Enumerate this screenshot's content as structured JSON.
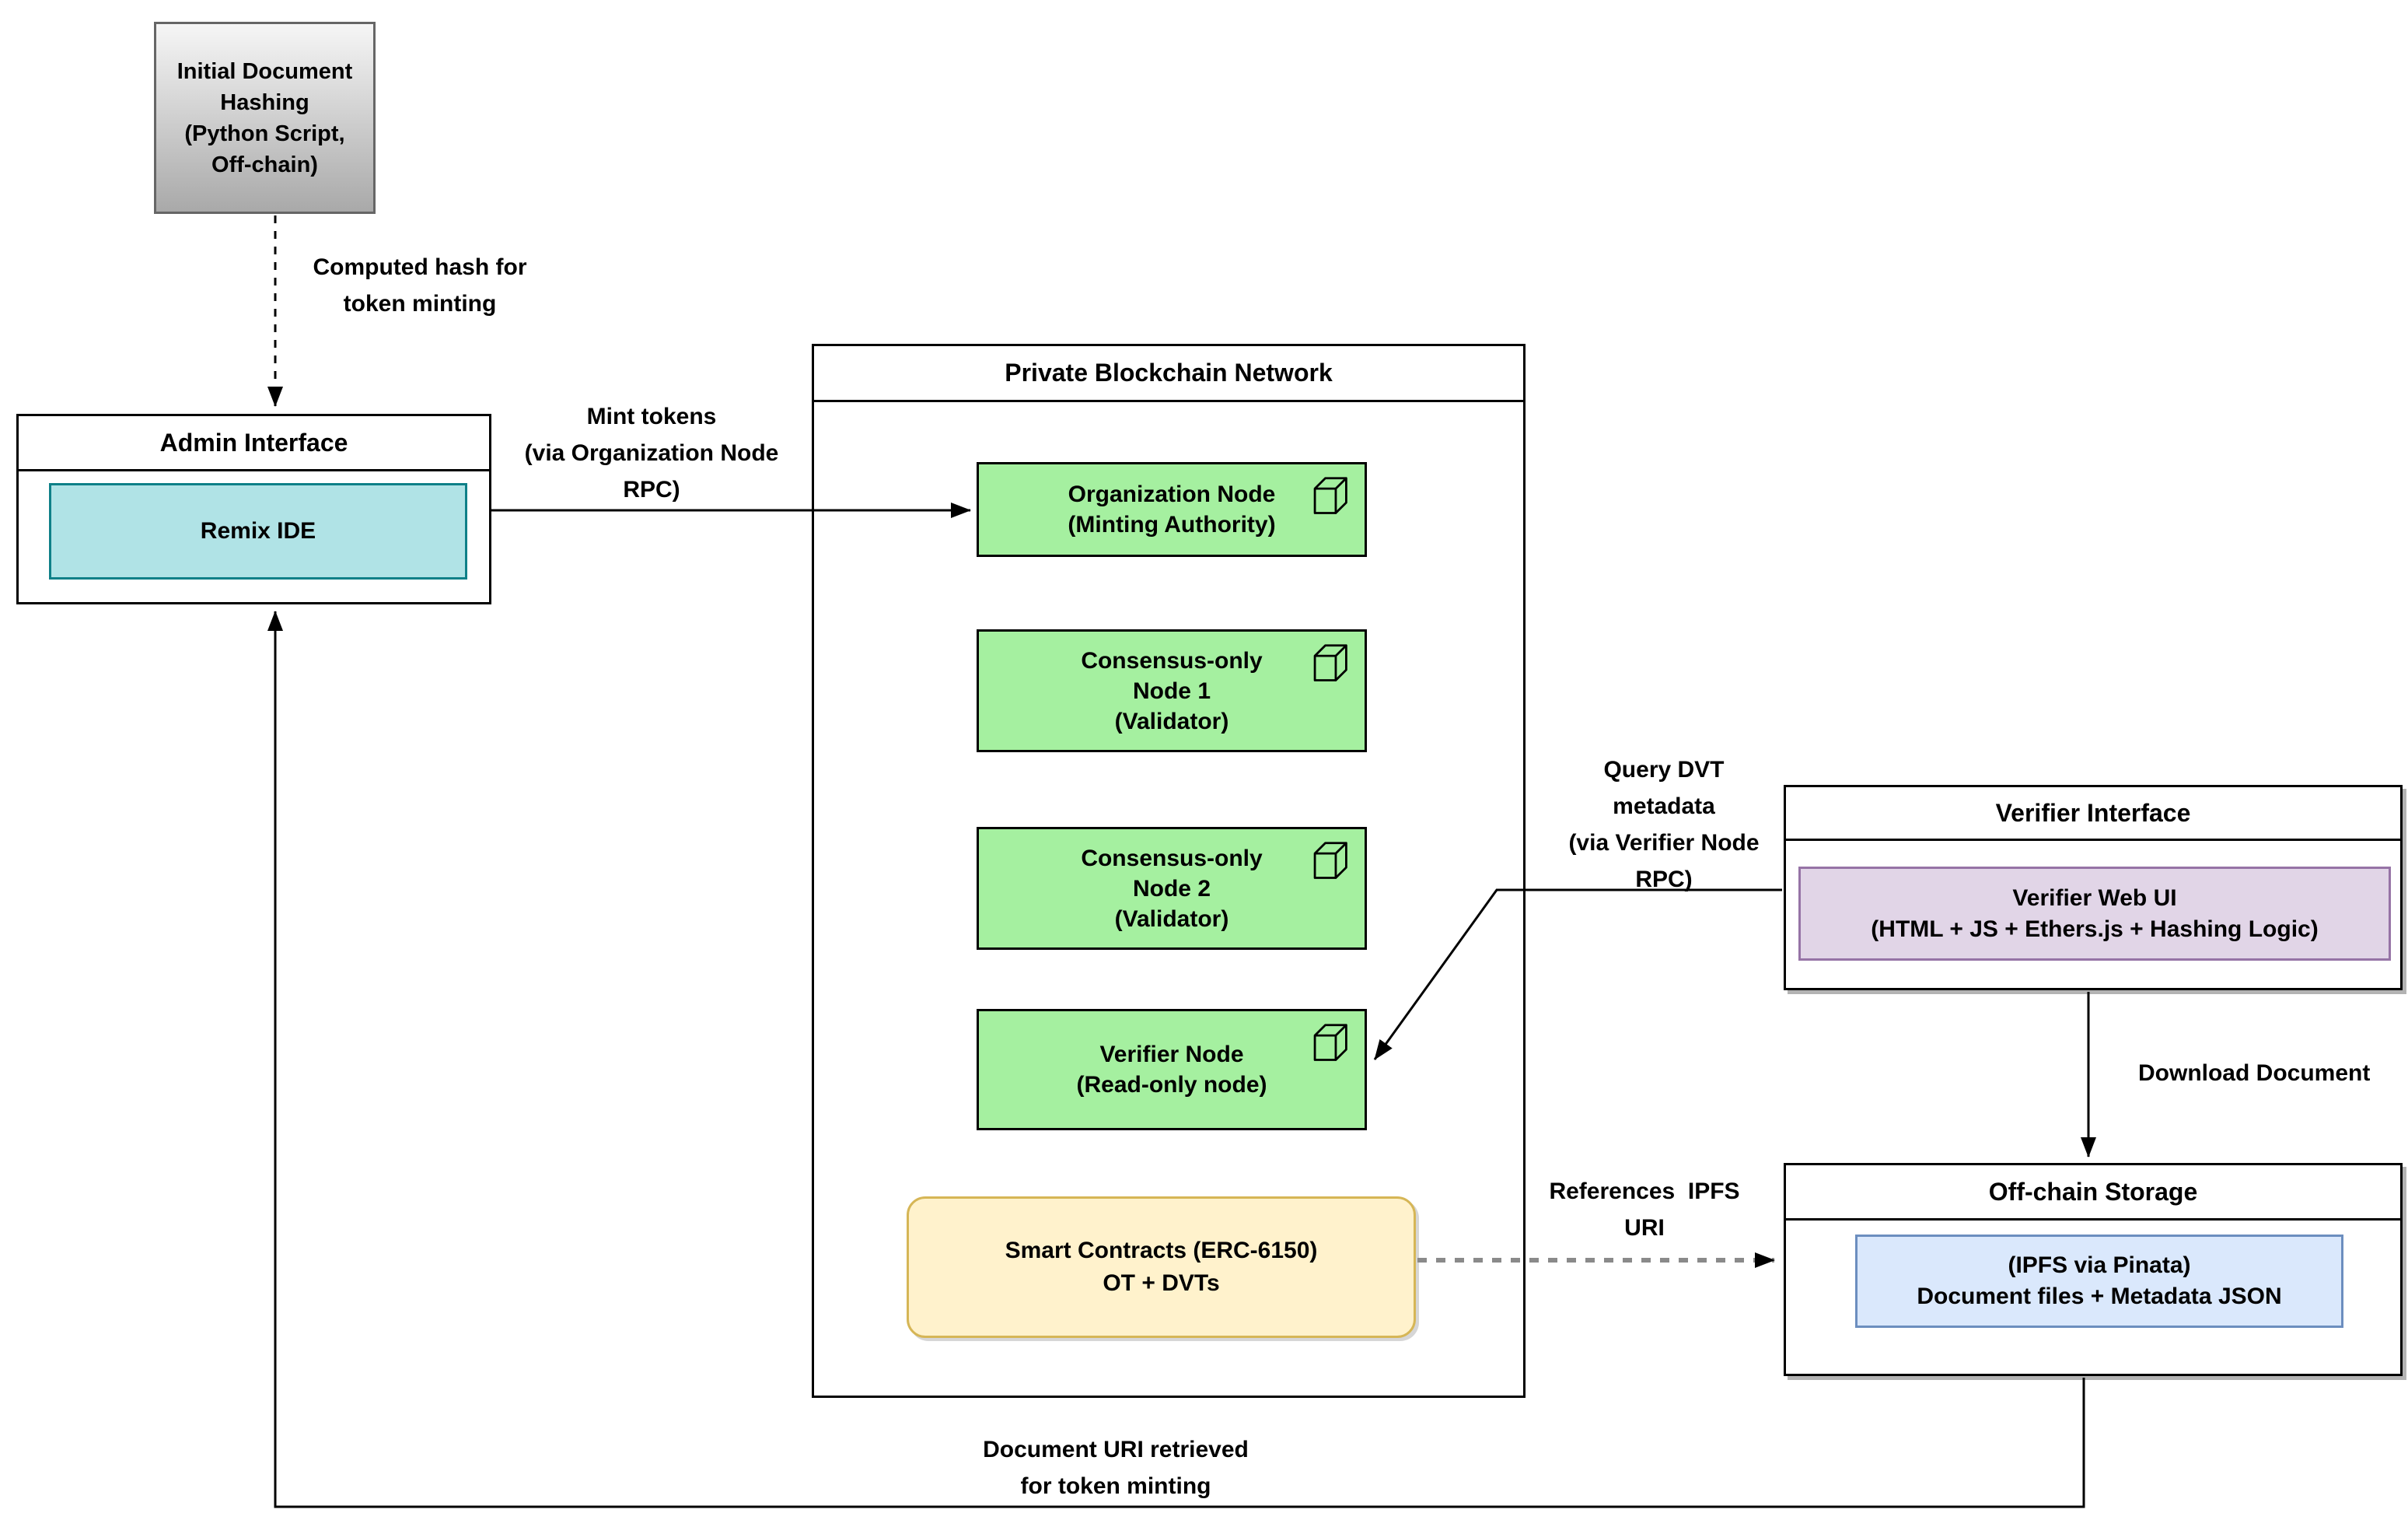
{
  "nodes": {
    "initial_hashing": "Initial Document\nHashing\n(Python Script,\nOff-chain)",
    "admin_interface": {
      "title": "Admin Interface",
      "child": "Remix IDE"
    },
    "network": {
      "title": "Private Blockchain Network"
    },
    "organization_node": "Organization Node\n(Minting Authority)",
    "consensus_node_1": "Consensus-only\nNode 1\n(Validator)",
    "consensus_node_2": "Consensus-only\nNode 2\n(Validator)",
    "verifier_node": "Verifier Node\n(Read-only node)",
    "smart_contracts": "Smart Contracts (ERC-6150)\nOT + DVTs",
    "verifier_interface": {
      "title": "Verifier Interface",
      "child": "Verifier Web UI\n(HTML + JS + Ethers.js + Hashing Logic)"
    },
    "offchain_storage": {
      "title": "Off-chain Storage",
      "child": "(IPFS via Pinata)\nDocument files + Metadata JSON"
    }
  },
  "edges": {
    "computed_hash": "Computed hash for\ntoken minting",
    "mint_tokens": "Mint tokens\n(via Organization Node\nRPC)",
    "query_dvt": "Query DVT\nmetadata\n(via Verifier Node\nRPC)",
    "download_document": "Download Document",
    "references_ipfs": "References  IPFS\nURI",
    "document_uri_return": "Document URI retrieved\nfor token minting"
  },
  "colors": {
    "node_green": "#A5F0A0",
    "teal_fill": "#B0E3E6",
    "teal_border": "#0E8088",
    "purple_fill": "#E1D5E7",
    "purple_border": "#9673A6",
    "blue_fill": "#DAE8FC",
    "blue_border": "#6C8EBF",
    "yellow_fill": "#FFF2CC",
    "yellow_border": "#D6B656",
    "gray_gradient_top": "#F6F6F6",
    "gray_gradient_bottom": "#A9A9A9",
    "line": "#000000",
    "dashed_reference_line": "#8A8A8A"
  }
}
